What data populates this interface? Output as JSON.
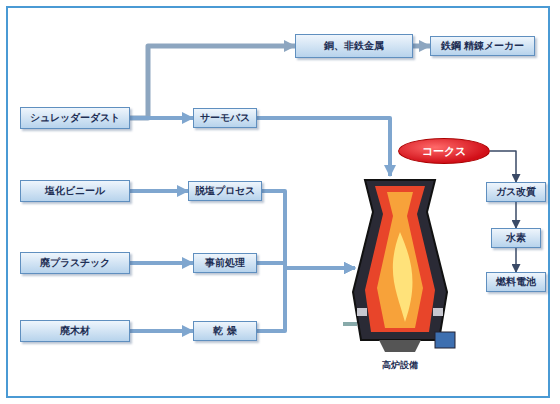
{
  "diagram": {
    "nodes": [
      {
        "text": [
          "シュレッダーダスト"
        ]
      },
      {
        "text": [
          "塩化ビニール"
        ]
      },
      {
        "text": [
          "廃プラスチック"
        ]
      },
      {
        "text": [
          "廃木材"
        ]
      },
      {
        "text": [
          "サーモバス"
        ]
      },
      {
        "text": [
          "脱塩プロセス"
        ]
      },
      {
        "text": [
          "事前処理"
        ]
      },
      {
        "text": [
          "乾 燥"
        ]
      },
      {
        "text": [
          "銅、非鉄金属"
        ]
      },
      {
        "text": [
          "鉄鋼 精錬メーカー"
        ]
      },
      {
        "text": [
          "高炉設備"
        ]
      },
      {
        "text": [
          "コークス"
        ]
      },
      {
        "text": [
          "ガス改質"
        ]
      },
      {
        "text": [
          "水素"
        ]
      },
      {
        "text": [
          "燃料電池"
        ]
      }
    ],
    "edges": [
      {
        "from": 0,
        "to": 8,
        "arrow": "to"
      },
      {
        "from": 8,
        "to": 9,
        "arrow": "to"
      },
      {
        "from": 0,
        "to": 4,
        "arrow": "to"
      },
      {
        "from": 1,
        "to": 5,
        "arrow": "to"
      },
      {
        "from": 2,
        "to": 6,
        "arrow": "to"
      },
      {
        "from": 3,
        "to": 7,
        "arrow": "to"
      },
      {
        "from": 4,
        "to": 10,
        "arrow": "to"
      },
      {
        "from": 5,
        "to": 10,
        "arrow": "to"
      },
      {
        "from": 6,
        "to": 10,
        "arrow": "to"
      },
      {
        "from": 7,
        "to": 10,
        "arrow": "to"
      },
      {
        "from": 11,
        "to": 12,
        "arrow": "to"
      },
      {
        "from": 12,
        "to": 13,
        "arrow": "to"
      },
      {
        "from": 13,
        "to": 14,
        "arrow": "to"
      }
    ]
  }
}
